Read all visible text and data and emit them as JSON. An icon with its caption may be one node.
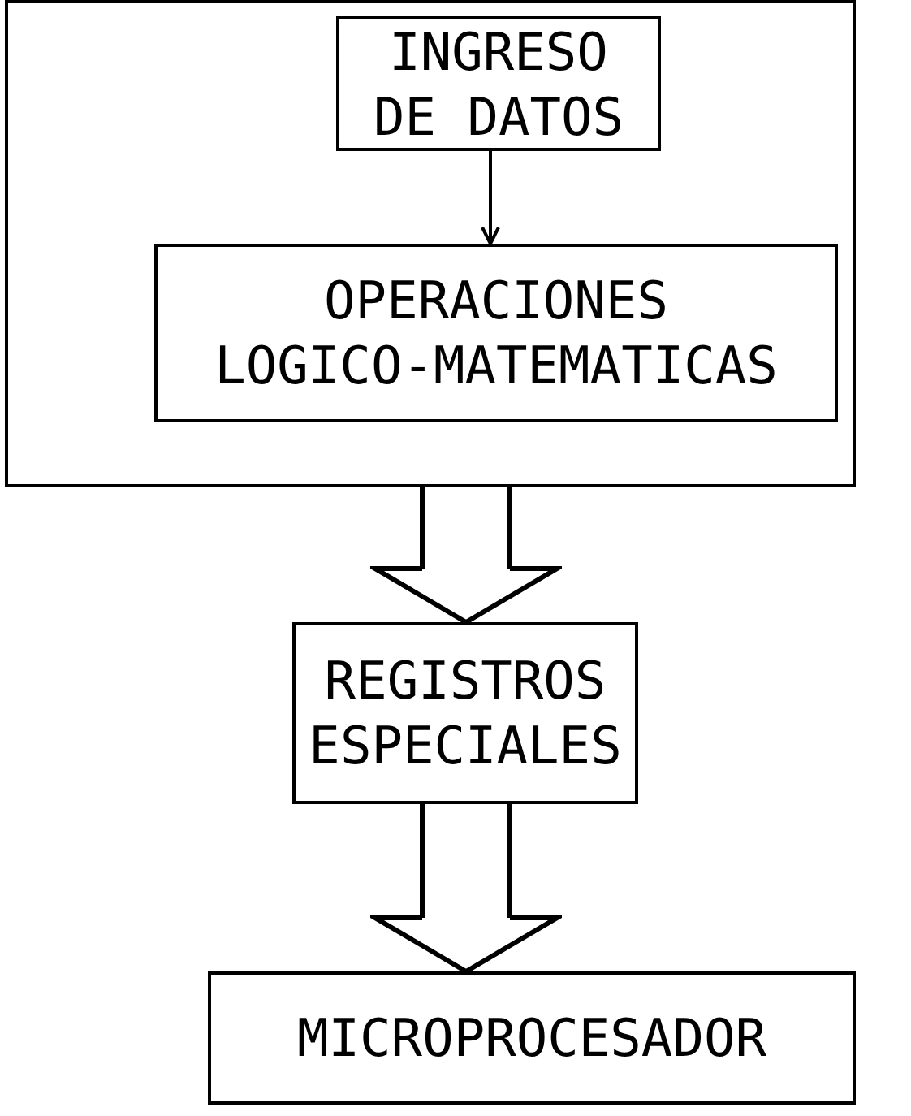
{
  "diagram": {
    "nodes": [
      {
        "text": [],
        "shape": "box"
      },
      {
        "text": [
          "INGRESO DE DATOS"
        ],
        "in": 0
      },
      {
        "text": [
          "OPERACIONES LOGICO-MATEMATICAS"
        ],
        "in": 0
      },
      {
        "text": [
          "REGISTROS ESPECIALES"
        ]
      },
      {
        "text": [
          "MICROPROCESADOR"
        ]
      }
    ],
    "edges": [
      {
        "from": 1,
        "to": 2,
        "arrow": "to"
      },
      {
        "from": 0,
        "to": 3,
        "arrow": "to"
      },
      {
        "from": 3,
        "to": 4,
        "arrow": "to"
      }
    ]
  }
}
